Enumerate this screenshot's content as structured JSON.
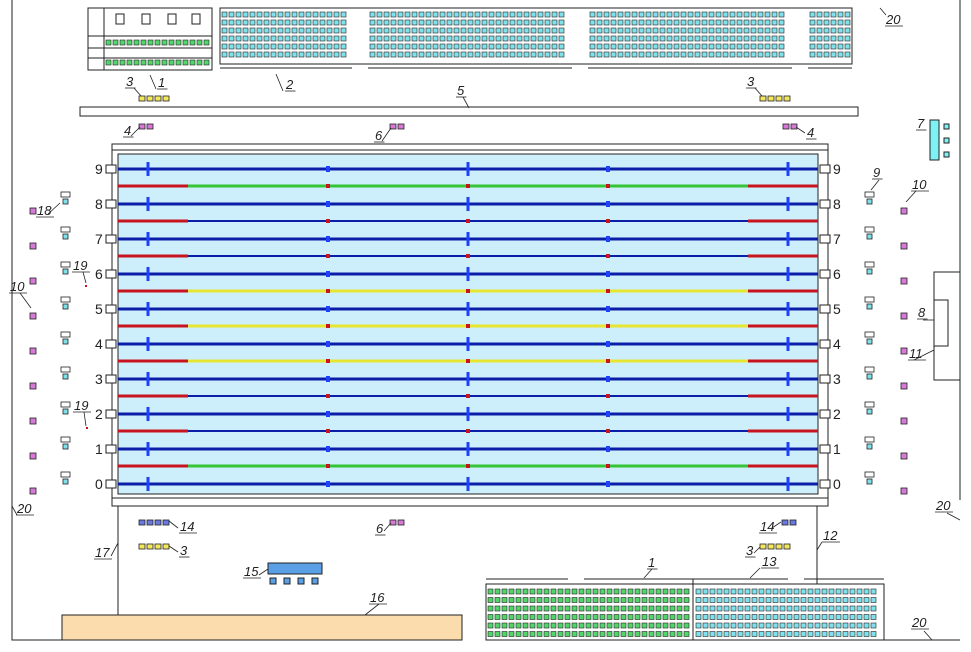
{
  "lane_numbers": [
    "9",
    "8",
    "7",
    "6",
    "5",
    "4",
    "3",
    "2",
    "1",
    "0"
  ],
  "callouts": {
    "seating_tribune_top": "1",
    "seating_tribune_bottom": "1",
    "seating_main_top": "2",
    "yellow_group_top_left": "3",
    "yellow_group_top_right": "3",
    "yellow_group_bottom_left": "3",
    "yellow_group_bottom_right": "3",
    "pink_group_top_left": "4",
    "pink_group_top_right": "4",
    "long_bar": "5",
    "pink_group_top_mid": "6",
    "pink_group_bottom_mid": "6",
    "cyan_box": "7",
    "door_right": "8",
    "right_col_top": "9",
    "right_col_pink": "10",
    "left_col_pink": "10",
    "right_wall_mark": "11",
    "vertical_line_right": "12",
    "tribune_bottom_right": "13",
    "blue_group_bottom_right": "14",
    "blue_group_bottom_left": "14",
    "blue_box": "15",
    "orange_area": "16",
    "vertical_line_left": "17",
    "left_col_top": "18",
    "small_red_mark_a": "19",
    "small_red_mark_b": "19",
    "wall_top_right": "20",
    "wall_left": "20",
    "wall_right": "20",
    "wall_bottom_right": "20"
  },
  "colors": {
    "pool_water": "#cdeffb",
    "lane_rope": "#0b1ea8",
    "lane_rope_mark": "#1e40ff",
    "red_rope": "#c8141e",
    "green_rope": "#35c435",
    "yellow_rope": "#e6e630",
    "seat_green": "#52d66b",
    "seat_cyan": "#7ee2ec",
    "yellow_item": "#f3e65a",
    "pink_item": "#d77ad7",
    "blue_item": "#6a79e0",
    "cyan_box": "#7ef1f5",
    "blue_box": "#5b9fe6",
    "orange_area": "#fbdcad",
    "line": "#222222"
  }
}
